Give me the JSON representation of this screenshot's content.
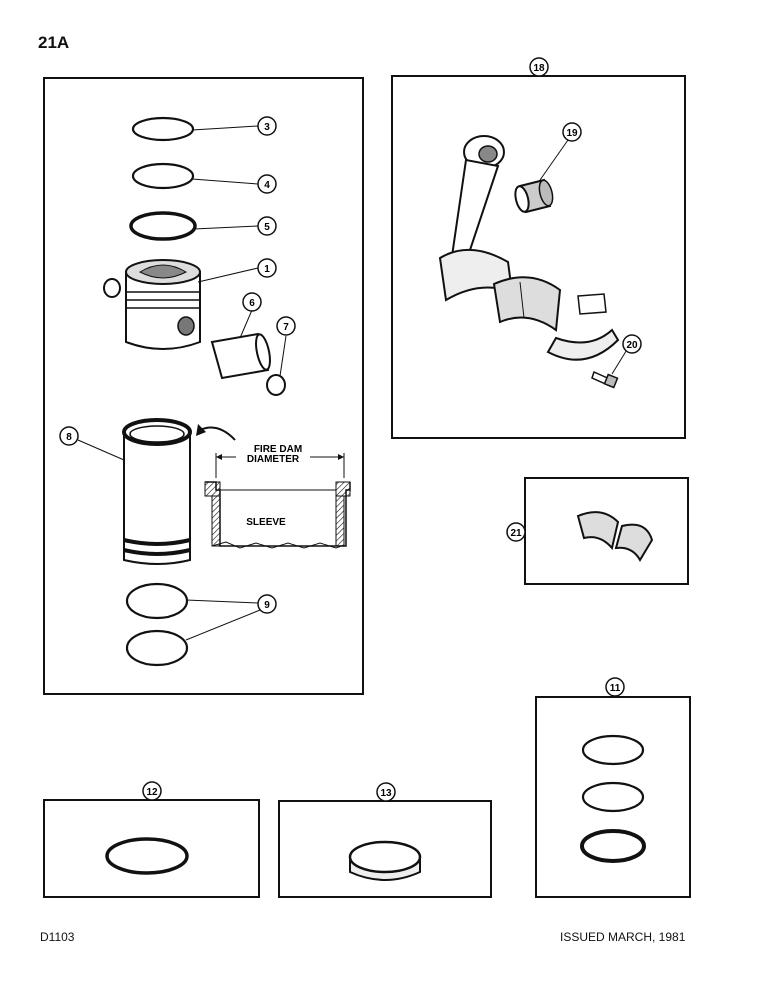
{
  "page": {
    "page_number": "21A",
    "drawing_code": "D1103",
    "issue_note": "ISSUED MARCH, 1981"
  },
  "callouts": {
    "c1": "1",
    "c3": "3",
    "c4": "4",
    "c5": "5",
    "c6": "6",
    "c7": "7",
    "c8": "8",
    "c9": "9",
    "c11": "11",
    "c12": "12",
    "c13": "13",
    "c18": "18",
    "c19": "19",
    "c20": "20",
    "c21": "21"
  },
  "labels": {
    "fire_dam_line1": "FIRE DAM",
    "fire_dam_line2": "DIAMETER",
    "sleeve": "SLEEVE"
  },
  "colors": {
    "ink": "#111111",
    "paper": "#ffffff",
    "shade": "#bfbfbf"
  }
}
